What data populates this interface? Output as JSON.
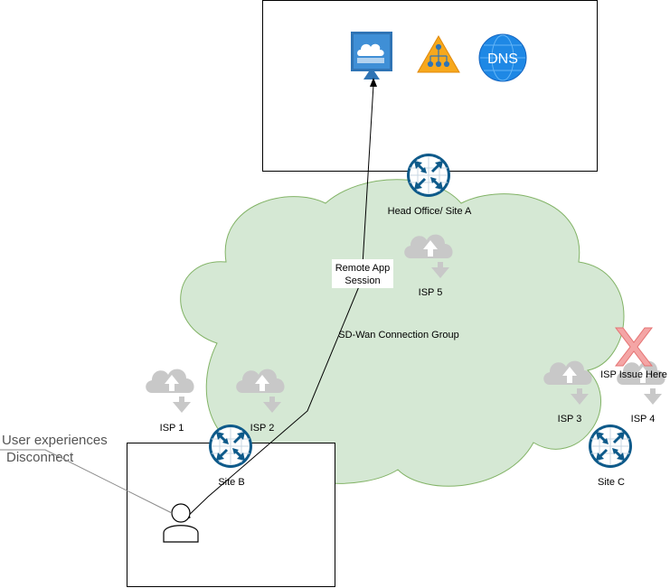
{
  "diagram": {
    "head_office_label": "Head Office/ Site A",
    "sdwan_label": "SD-Wan Connection Group",
    "remote_session_line1": "Remote App",
    "remote_session_line2": "Session",
    "isp5_label": "ISP 5",
    "isp1_label": "ISP 1",
    "isp2_label": "ISP 2",
    "isp3_label": "ISP 3",
    "isp4_label": "ISP 4",
    "isp_issue_label": "ISP Issue Here",
    "site_b_label": "Site B",
    "site_c_label": "Site C",
    "user_note_line1": "User experiences",
    "user_note_line2": "Disconnect",
    "dns_text": "DNS"
  },
  "colors": {
    "cloud_fill": "#d5e8d4",
    "cloud_stroke": "#82b366",
    "router_blue": "#0e5a8a",
    "isp_gray": "#c8c8c8",
    "x_red": "#f4a5a5",
    "dns_blue": "#1e88e5",
    "warning_orange": "#f7a81c"
  },
  "icons": [
    "remote-desktop-icon",
    "network-hierarchy-icon",
    "dns-icon",
    "router-icon",
    "isp-cloud-icon",
    "user-icon",
    "x-mark-icon"
  ]
}
